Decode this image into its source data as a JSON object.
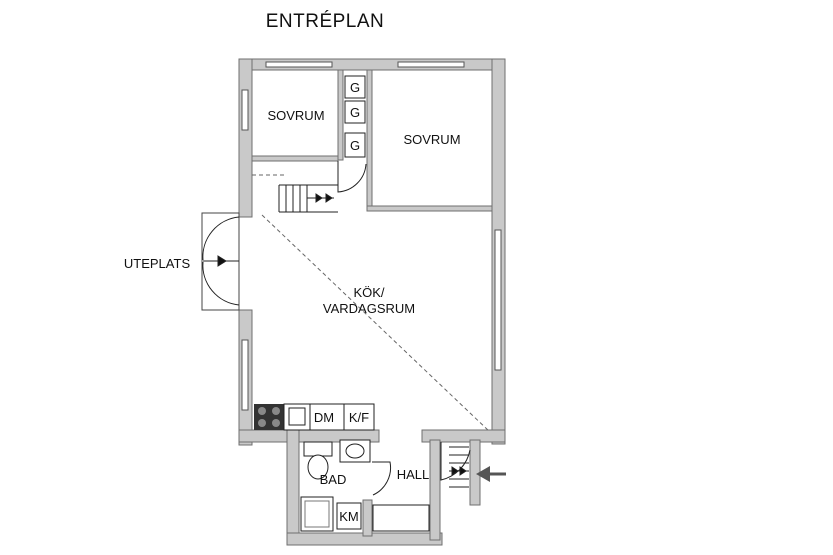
{
  "title": "ENTRÉPLAN",
  "rooms": {
    "bedroom_small": "SOVRUM",
    "bedroom_large": "SOVRUM",
    "kitchen_line1": "KÖK/",
    "kitchen_line2": "VARDAGSRUM",
    "patio": "UTEPLATS",
    "bathroom": "BAD",
    "hall": "HALL"
  },
  "fixtures": {
    "closet_1": "G",
    "closet_2": "G",
    "closet_3": "G",
    "dishwasher": "DM",
    "fridge_freezer": "K/F",
    "washing_machine": "KM"
  },
  "colors": {
    "wall": "#c9c9c9",
    "wall_edge": "#6f6f6f",
    "line": "#222222"
  }
}
